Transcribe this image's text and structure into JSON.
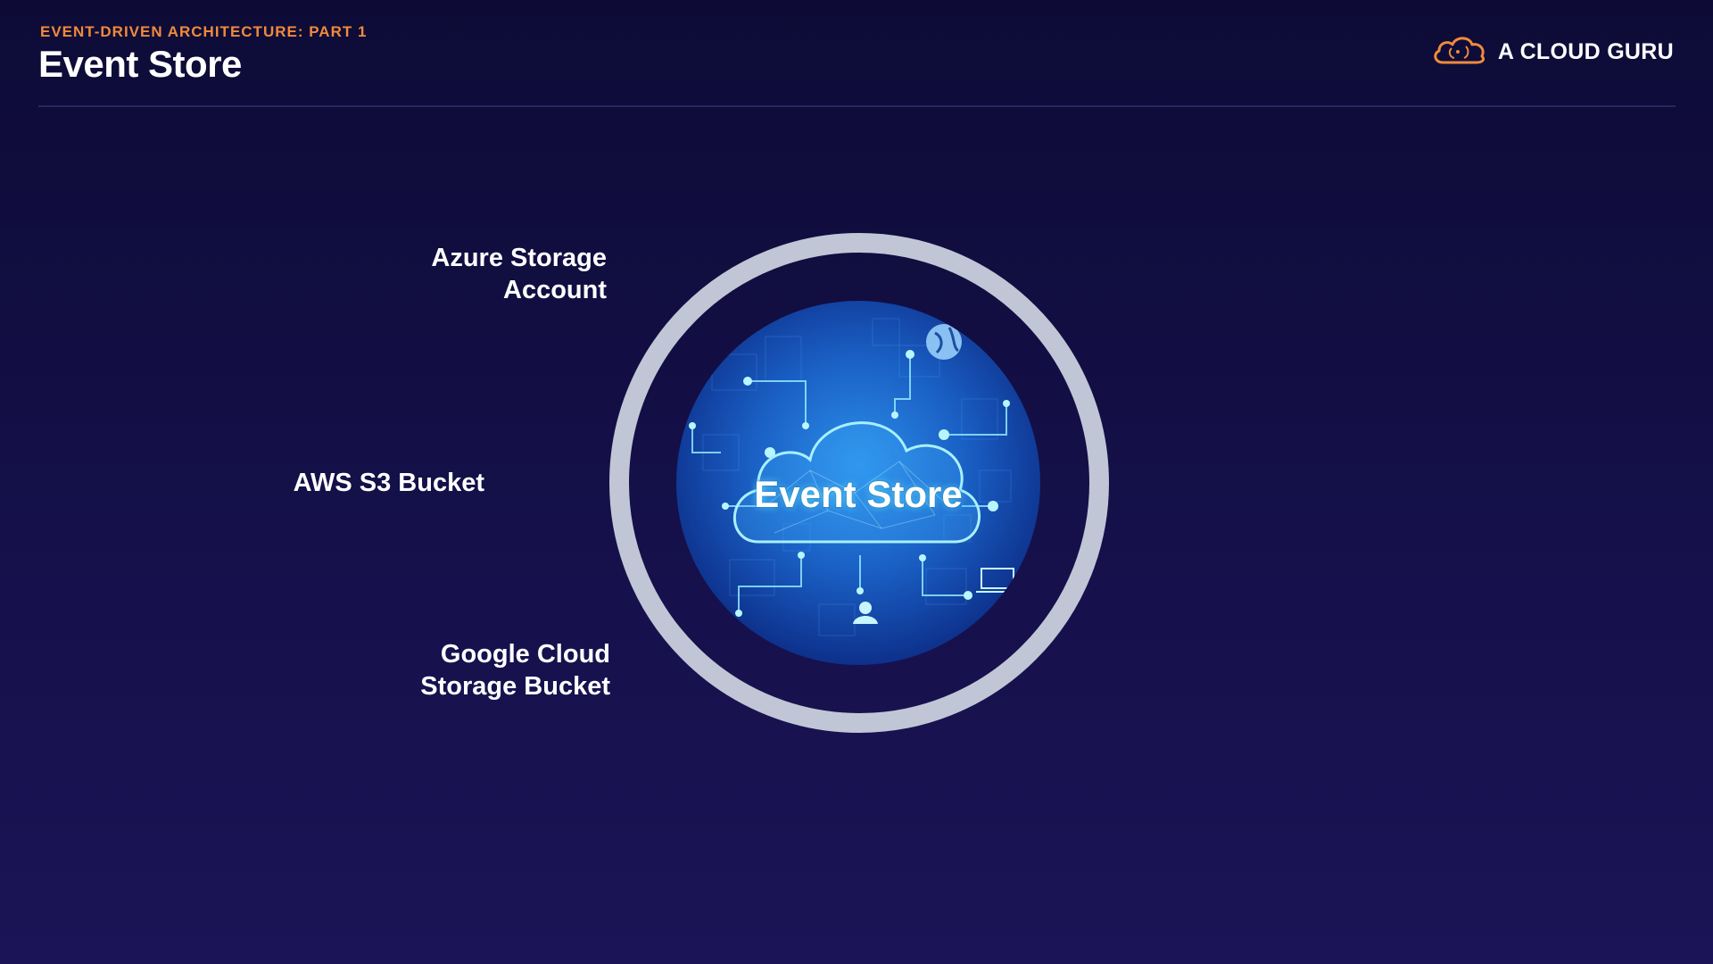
{
  "header": {
    "kicker": "EVENT-DRIVEN ARCHITECTURE: PART 1",
    "title": "Event Store"
  },
  "brand": {
    "name": "A CLOUD GURU",
    "logo_icon": "cloud-logo-icon",
    "accent_color": "#f08a3c"
  },
  "diagram": {
    "center_label": "Event Store",
    "center_image": "cloud-network-illustration",
    "ring_color": "#c1c6d6",
    "options": [
      {
        "lines": [
          "Azure Storage",
          "Account"
        ]
      },
      {
        "lines": [
          "AWS S3 Bucket"
        ]
      },
      {
        "lines": [
          "Google Cloud",
          "Storage Bucket"
        ]
      }
    ]
  }
}
